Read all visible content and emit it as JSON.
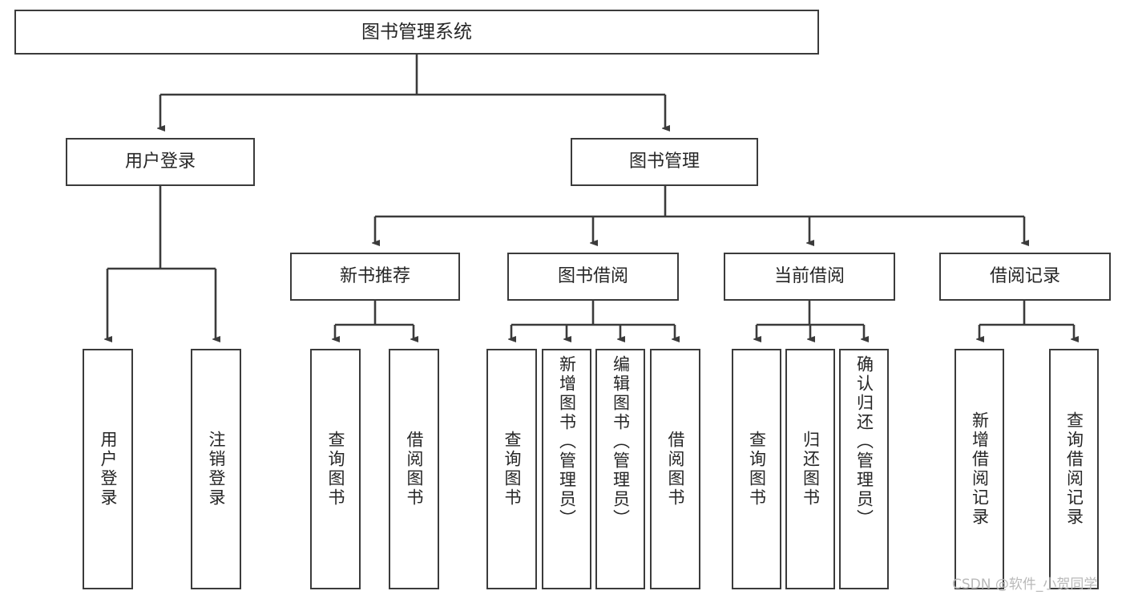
{
  "diagram": {
    "type": "tree-hierarchy",
    "title": "图书管理系统",
    "watermark": "CSDN @软件_小贺同学",
    "colors": {
      "stroke": "#3b3b3b",
      "text": "#262626",
      "background": "#ffffff",
      "watermark": "#b9b9b9"
    },
    "levels": [
      {
        "level": 0,
        "nodes": [
          {
            "id": "root",
            "label": "图书管理系统"
          }
        ]
      },
      {
        "level": 1,
        "nodes": [
          {
            "id": "user-login",
            "label": "用户登录",
            "parent": "root"
          },
          {
            "id": "book-manage",
            "label": "图书管理",
            "parent": "root"
          }
        ]
      },
      {
        "level": 2,
        "nodes": [
          {
            "id": "new-book-rec",
            "label": "新书推荐",
            "parent": "book-manage"
          },
          {
            "id": "book-borrow",
            "label": "图书借阅",
            "parent": "book-manage"
          },
          {
            "id": "current-borrow",
            "label": "当前借阅",
            "parent": "book-manage"
          },
          {
            "id": "borrow-record",
            "label": "借阅记录",
            "parent": "book-manage"
          }
        ]
      },
      {
        "level": 3,
        "nodes": [
          {
            "id": "leaf-1",
            "label": "用户登录",
            "parent": "user-login"
          },
          {
            "id": "leaf-2",
            "label": "注销登录",
            "parent": "user-login"
          },
          {
            "id": "leaf-3",
            "label": "查询图书",
            "parent": "new-book-rec"
          },
          {
            "id": "leaf-4",
            "label": "借阅图书",
            "parent": "new-book-rec"
          },
          {
            "id": "leaf-5",
            "label": "查询图书",
            "parent": "book-borrow"
          },
          {
            "id": "leaf-6",
            "label": "新增图书（管理员）",
            "parent": "book-borrow"
          },
          {
            "id": "leaf-7",
            "label": "编辑图书（管理员）",
            "parent": "book-borrow"
          },
          {
            "id": "leaf-8",
            "label": "借阅图书",
            "parent": "book-borrow"
          },
          {
            "id": "leaf-9",
            "label": "查询图书",
            "parent": "current-borrow"
          },
          {
            "id": "leaf-10",
            "label": "归还图书",
            "parent": "current-borrow"
          },
          {
            "id": "leaf-11",
            "label": "确认归还（管理员）",
            "parent": "current-borrow"
          },
          {
            "id": "leaf-12",
            "label": "新增借阅记录",
            "parent": "borrow-record"
          },
          {
            "id": "leaf-13",
            "label": "查询借阅记录",
            "parent": "borrow-record"
          }
        ]
      }
    ]
  }
}
